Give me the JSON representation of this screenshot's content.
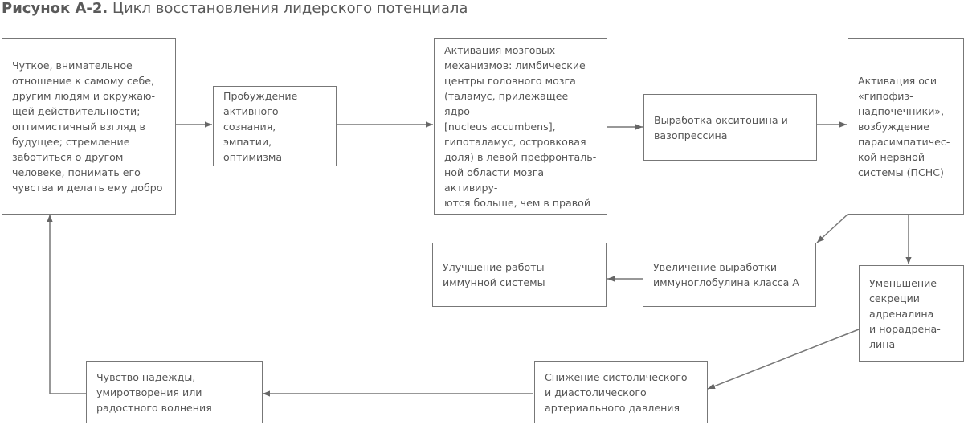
{
  "title": {
    "label": "Рисунок А-2.",
    "text": "Цикл восстановления лидерского потенциала"
  },
  "nodes": {
    "attitude": "Чуткое, внимательное\nотношение к самому себе,\nдругим людям и окружаю-\nщей действительности;\nоптимистичный взгляд в\nбудущее; стремление\nзаботиться о другом\nчеловеке, понимать его\nчувства и делать ему добро",
    "awakening": "Пробуждение активного\nсознания, эмпатии,\nоптимизма",
    "brain": "Активация мозговых\nмеханизмов: лимбические\nцентры головного мозга\n(таламус, прилежащее ядро\n[nucleus accumbens],\nгипоталамус, островковая\nдоля) в левой префронталь-\nной области мозга активиру-\nются больше, чем в правой",
    "oxytocin": "Выработка окситоцина и\nвазопрессина",
    "axis": "Активация оси\n«гипофиз-\nнадпочечники»,\nвозбуждение\nпарасимпатичес-\nкой нервной\nсистемы (ПСНС)",
    "immunoglobulin": "Увеличение выработки\nиммуноглобулина класса А",
    "immune": "Улучшение работы\nиммунной системы",
    "adrenaline": "Уменьшение\nсекреции\nадреналина\nи норадрена-\nлина",
    "pressure": "Снижение систолического\nи диастолического\nартериального давления",
    "hope": "Чувство надежды,\nумиротворения или\nрадостного волнения"
  }
}
